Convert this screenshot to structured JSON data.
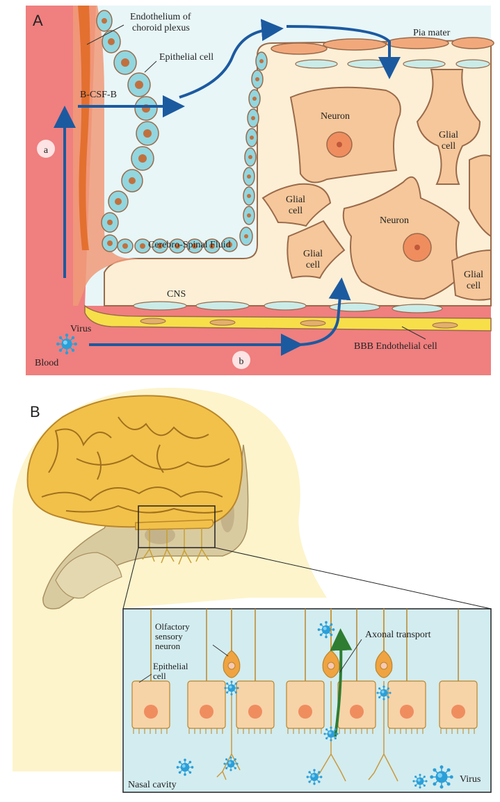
{
  "panel_a": {
    "letter": "A",
    "route_a": "a",
    "route_b": "b",
    "labels": {
      "endothelium_line1": "Endothelium of",
      "endothelium_line2": "choroid plexus",
      "epithelial": "Epithelial cell",
      "pia": "Pia mater",
      "bcsfb": "B-CSF-B",
      "neuron1": "Neuron",
      "neuron2": "Neuron",
      "glial_word": "Glial",
      "cell_word": "cell",
      "csf": "Cerebro-Spinal Fluid",
      "cns": "CNS",
      "virus": "Virus",
      "blood": "Blood",
      "bbb": "BBB Endothelial cell"
    }
  },
  "panel_b": {
    "letter": "B",
    "labels": {
      "osn_line1": "Olfactory",
      "osn_line2": "sensory",
      "osn_line3": "neuron",
      "epi_line1": "Epithelial",
      "epi_line2": "cell",
      "axonal": "Axonal transport",
      "nasal": "Nasal cavity",
      "virus": "Virus"
    }
  },
  "colors": {
    "blood": "#f07f7f",
    "csf": "#e8f6f8",
    "cns": "#fcefd6",
    "epithelial_cell": "#92d6df",
    "arrow": "#1c5aa0",
    "axonal_arrow": "#2e7d32",
    "brain": "#f2c14a",
    "cavity": "#d3ecef",
    "virus": "#2b9fd8"
  }
}
